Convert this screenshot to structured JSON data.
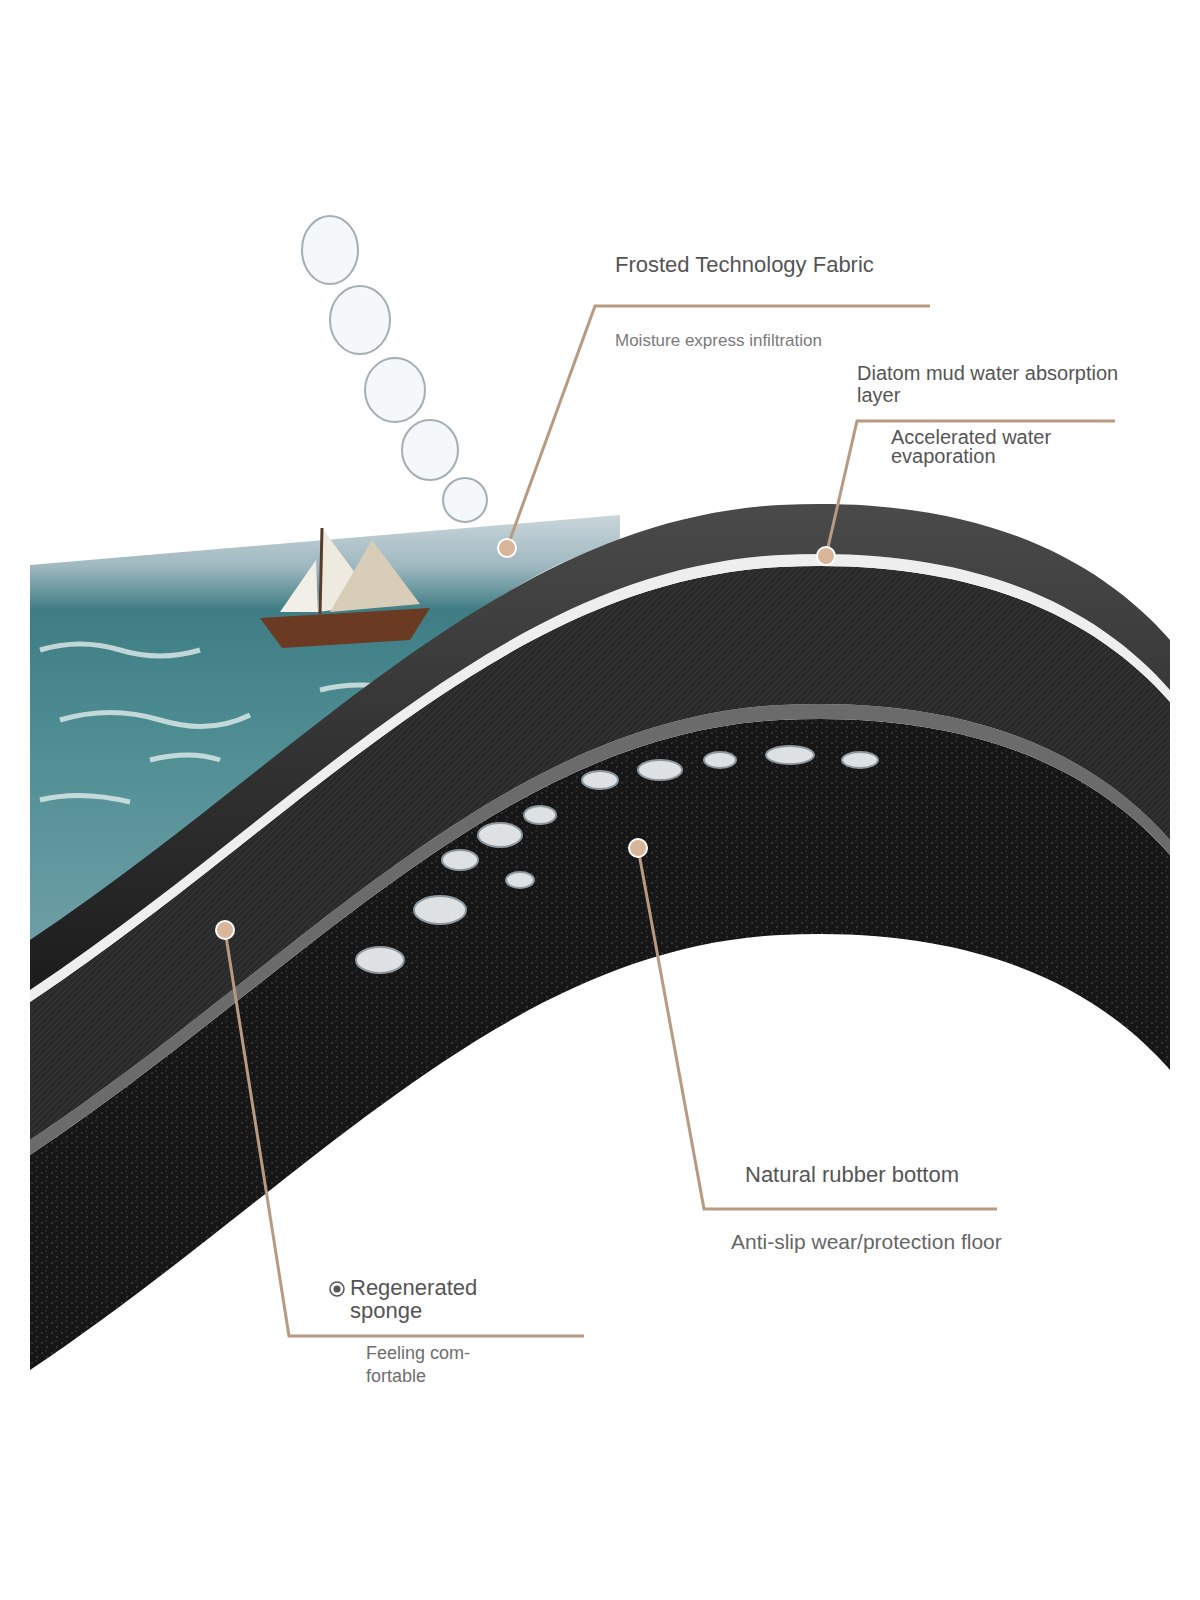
{
  "diagram": {
    "labels": [
      "Frosted Technology Fabric",
      "Moisture express infiltration",
      "Diatom mud water absorption layer",
      "Accelerated water evaporation",
      "Natural rubber bottom",
      "Anti-slip wear/protection floor",
      "Regenerated sponge",
      "Feeling com- fortable"
    ]
  }
}
